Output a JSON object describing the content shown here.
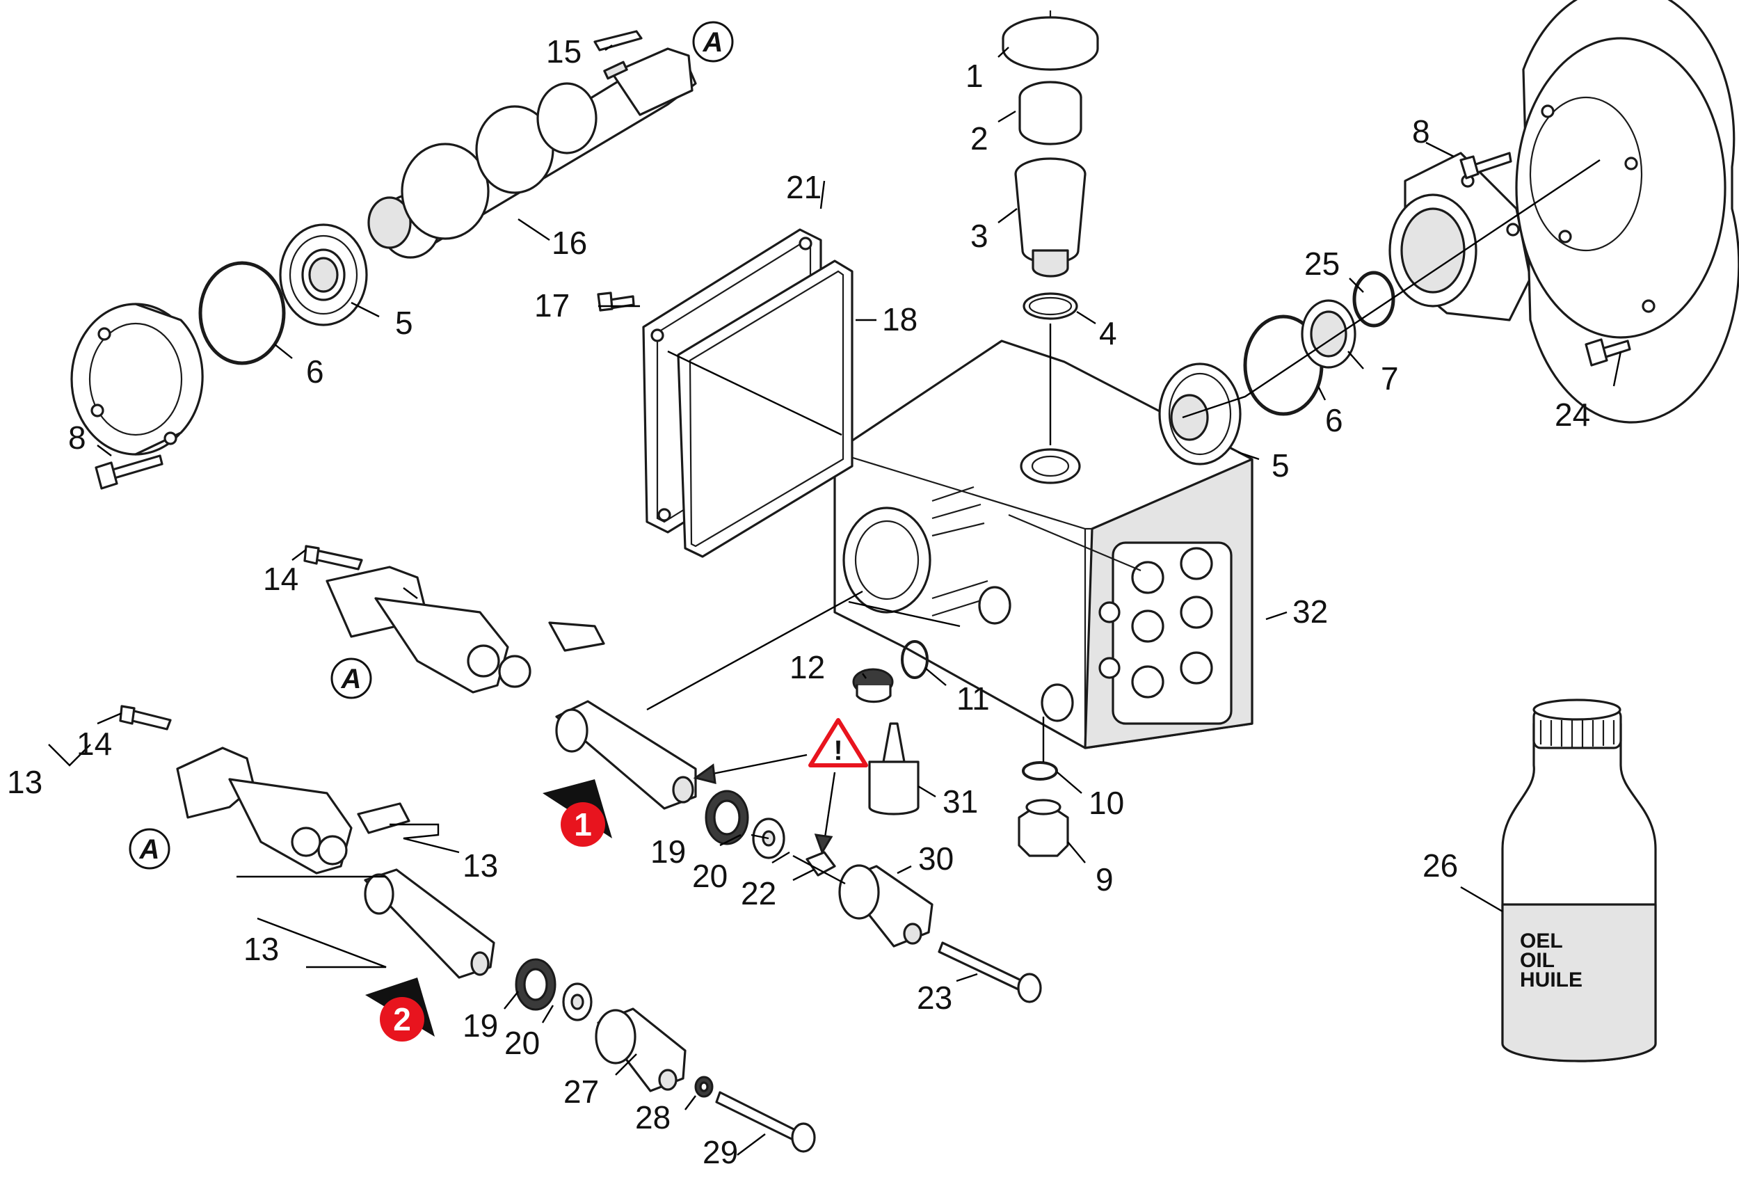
{
  "diagram": {
    "callouts": [
      {
        "id": "c1",
        "text": "1"
      },
      {
        "id": "c2",
        "text": "2"
      },
      {
        "id": "c3",
        "text": "3"
      },
      {
        "id": "c4",
        "text": "4"
      },
      {
        "id": "c5a",
        "text": "5"
      },
      {
        "id": "c5b",
        "text": "5"
      },
      {
        "id": "c6a",
        "text": "6"
      },
      {
        "id": "c6b",
        "text": "6"
      },
      {
        "id": "c7",
        "text": "7"
      },
      {
        "id": "c8a",
        "text": "8"
      },
      {
        "id": "c8b",
        "text": "8"
      },
      {
        "id": "c9",
        "text": "9"
      },
      {
        "id": "c10",
        "text": "10"
      },
      {
        "id": "c11",
        "text": "11"
      },
      {
        "id": "c12",
        "text": "12"
      },
      {
        "id": "c13a",
        "text": "13"
      },
      {
        "id": "c13b",
        "text": "13"
      },
      {
        "id": "c13c",
        "text": "13"
      },
      {
        "id": "c14a",
        "text": "14"
      },
      {
        "id": "c14b",
        "text": "14"
      },
      {
        "id": "c15",
        "text": "15"
      },
      {
        "id": "c16",
        "text": "16"
      },
      {
        "id": "c17",
        "text": "17"
      },
      {
        "id": "c18",
        "text": "18"
      },
      {
        "id": "c19a",
        "text": "19"
      },
      {
        "id": "c19b",
        "text": "19"
      },
      {
        "id": "c20a",
        "text": "20"
      },
      {
        "id": "c20b",
        "text": "20"
      },
      {
        "id": "c21",
        "text": "21"
      },
      {
        "id": "c22",
        "text": "22"
      },
      {
        "id": "c23",
        "text": "23"
      },
      {
        "id": "c24",
        "text": "24"
      },
      {
        "id": "c25",
        "text": "25"
      },
      {
        "id": "c26",
        "text": "26"
      },
      {
        "id": "c27",
        "text": "27"
      },
      {
        "id": "c28",
        "text": "28"
      },
      {
        "id": "c29",
        "text": "29"
      },
      {
        "id": "c30",
        "text": "30"
      },
      {
        "id": "c31",
        "text": "31"
      },
      {
        "id": "c32",
        "text": "32"
      }
    ],
    "reference_marks": [
      "A",
      "A",
      "A"
    ],
    "variant_markers": [
      "1",
      "2"
    ],
    "warning_symbol": "!",
    "bottle_label": [
      "OEL",
      "OIL",
      "HUILE"
    ],
    "colors": {
      "line": "#1a1a1a",
      "marker_red": "#e8141e",
      "shade": "#e4e4e4",
      "warning_red": "#e8141e"
    }
  }
}
